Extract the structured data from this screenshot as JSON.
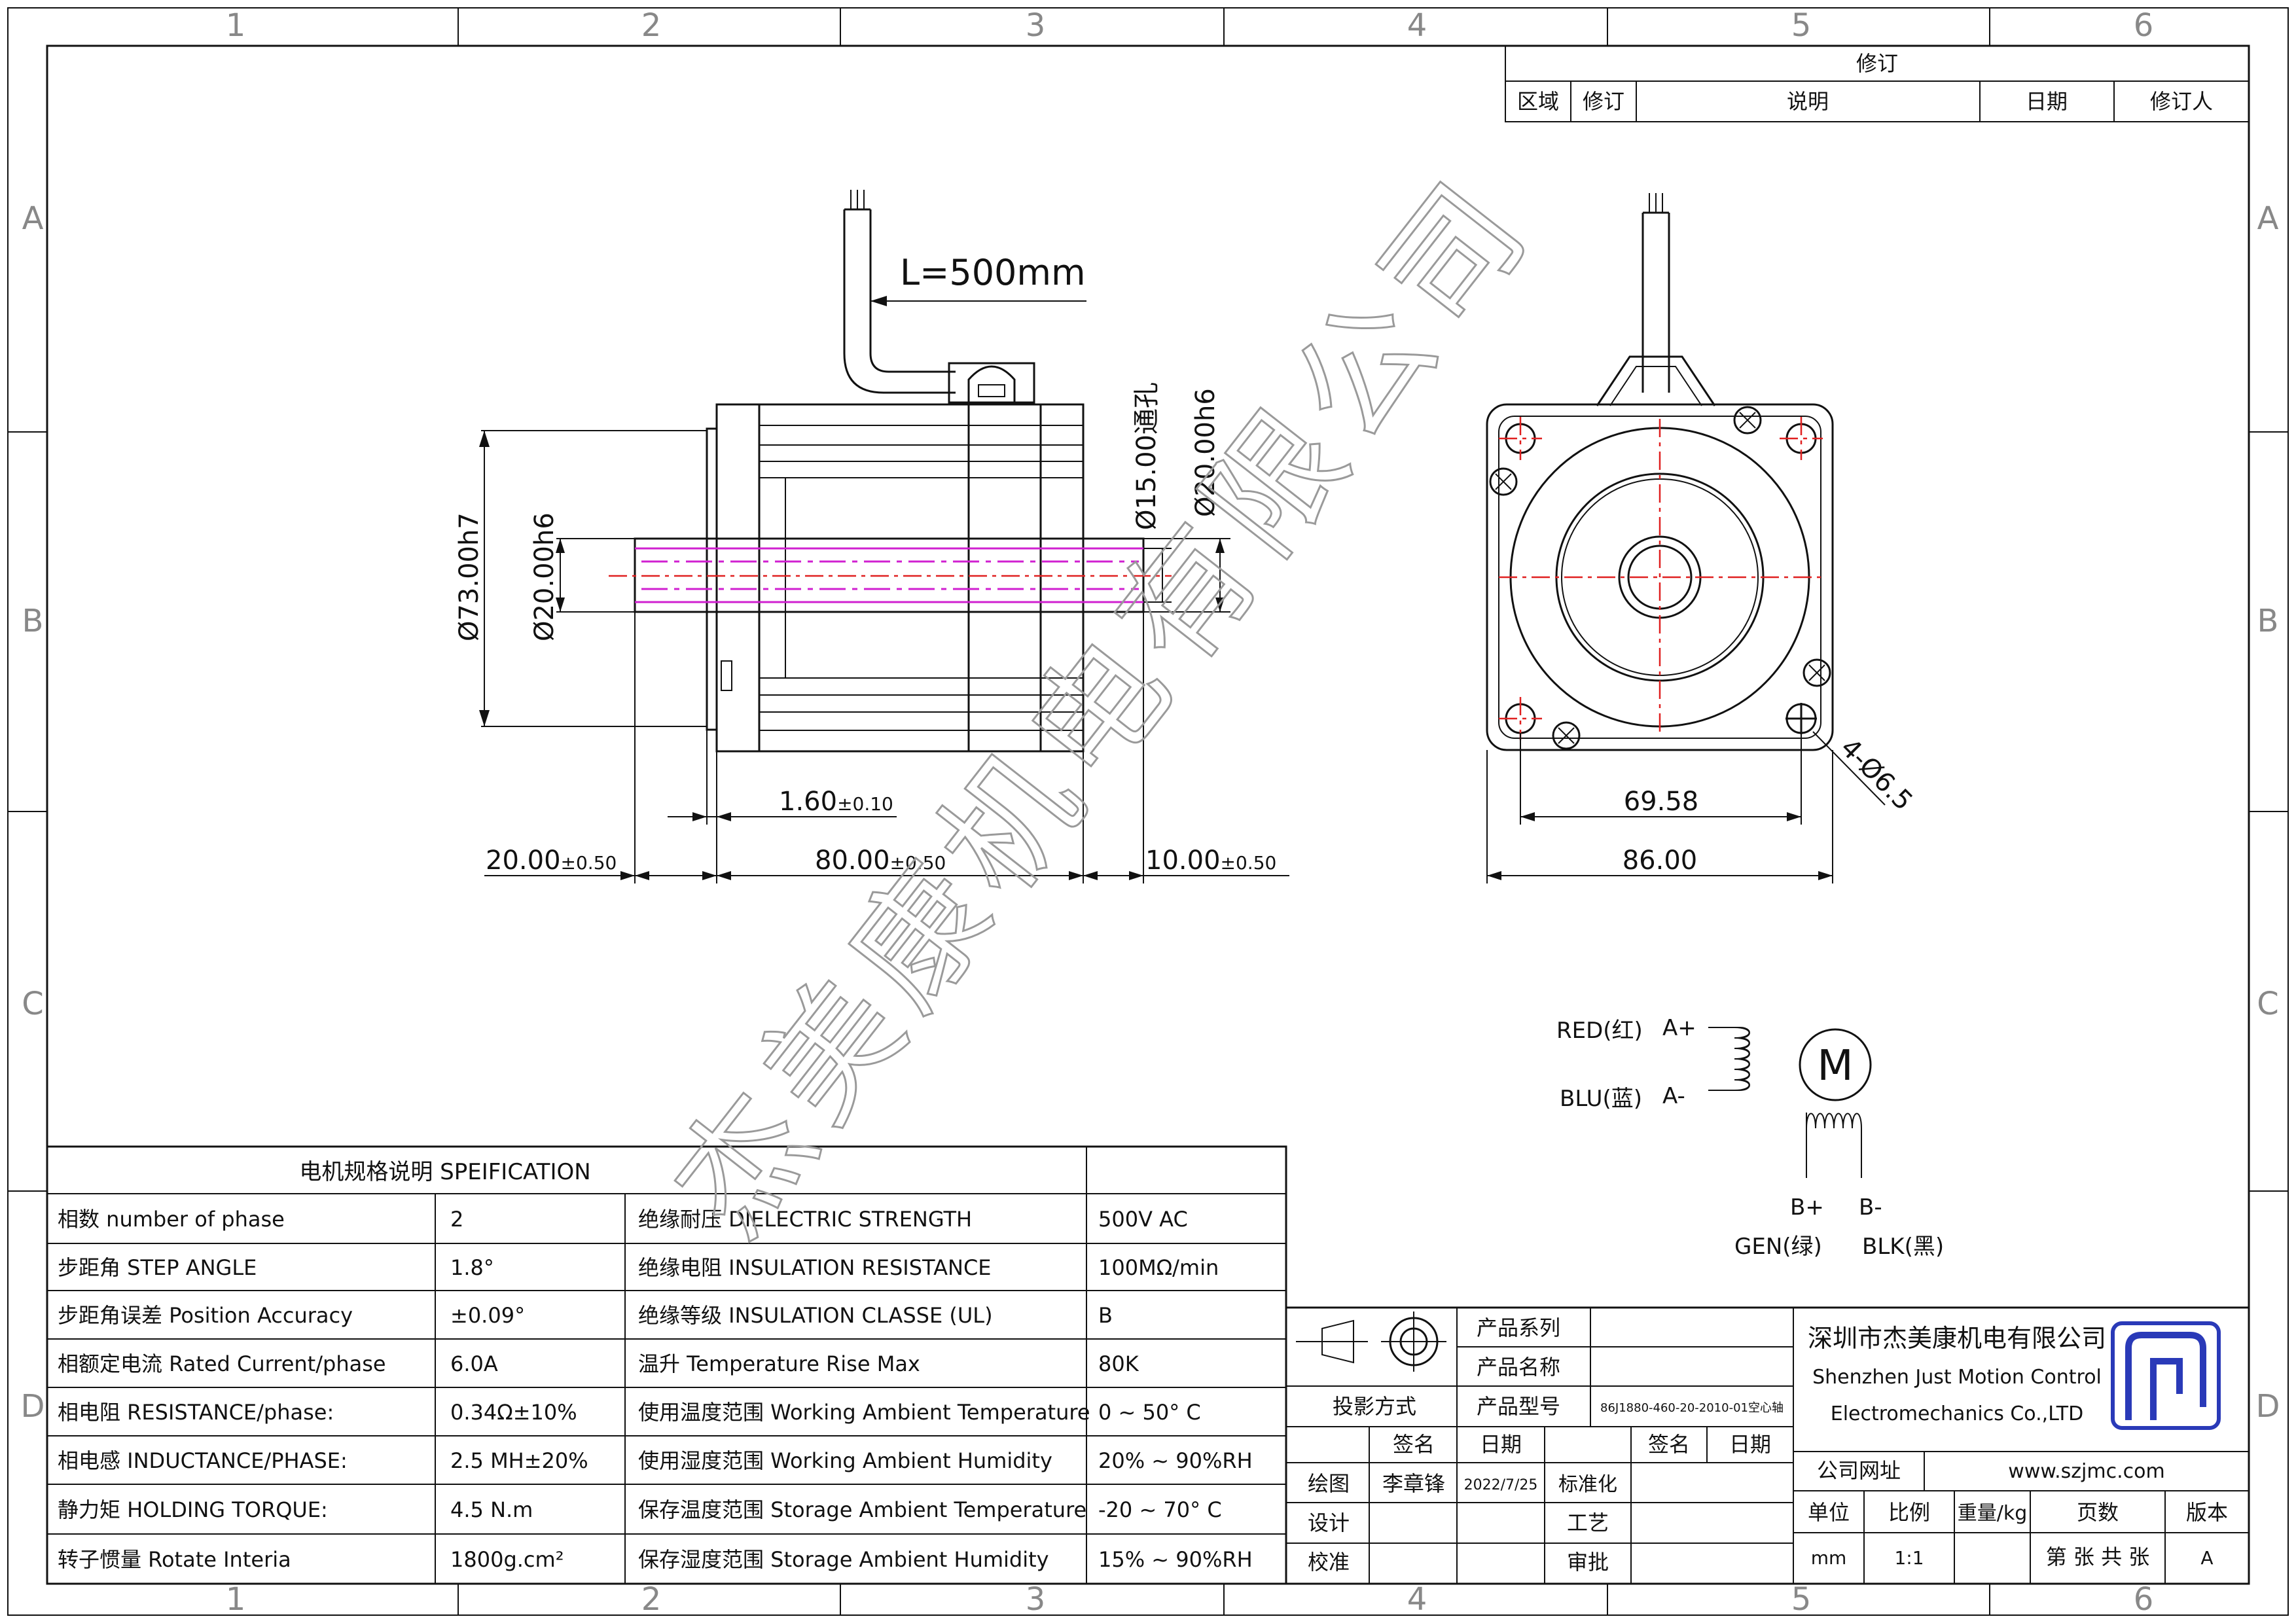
{
  "border": {
    "columns": [
      "1",
      "2",
      "3",
      "4",
      "5",
      "6"
    ],
    "rows": [
      "A",
      "B",
      "C",
      "D"
    ]
  },
  "revision": {
    "title": "修订",
    "headers": [
      "区域",
      "修订",
      "说明",
      "日期",
      "修订人"
    ]
  },
  "front_view": {
    "cable_length": "L=500mm",
    "dim_body_dia": "Ø73.00h7",
    "dim_shaft_dia": "Ø20.00h6",
    "dim_bore": "Ø15.00通孔",
    "dim_shaft_dia_right": "Ø20.00h6",
    "dim_flange": "1.60",
    "dim_flange_tol": "±0.10",
    "dim_front_shaft": "20.00",
    "dim_front_shaft_tol": "±0.50",
    "dim_body": "80.00",
    "dim_body_tol": "±0.50",
    "dim_rear_shaft": "10.00",
    "dim_rear_shaft_tol": "±0.50"
  },
  "side_view": {
    "dim_hole_pitch": "69.58",
    "dim_flange_width": "86.00",
    "dim_holes": "4-Ø6.5"
  },
  "wiring": {
    "motor_symbol": "M",
    "red_label": "RED(红)",
    "a_plus": "A+",
    "blu_label": "BLU(蓝)",
    "a_minus": "A-",
    "b_plus": "B+",
    "b_minus": "B-",
    "gen_label": "GEN(绿)",
    "blk_label": "BLK(黑)"
  },
  "watermark": "杰美康机电有限公司",
  "spec": {
    "title": "电机规格说明 SPEIFICATION",
    "rows": [
      {
        "label": "相数 number of phase",
        "value": "2",
        "label2": "绝缘耐压 DIELECTRIC STRENGTH",
        "value2": "500V AC"
      },
      {
        "label": "步距角 STEP ANGLE",
        "value": "1.8°",
        "label2": "绝缘电阻 INSULATION RESISTANCE",
        "value2": "100MΩ/min"
      },
      {
        "label": "步距角误差 Position Accuracy",
        "value": "±0.09°",
        "label2": "绝缘等级 INSULATION CLASSE (UL)",
        "value2": "B"
      },
      {
        "label": "相额定电流 Rated Current/phase",
        "value": "6.0A",
        "label2": "温升 Temperature Rise Max",
        "value2": "80K"
      },
      {
        "label": "相电阻 RESISTANCE/phase:",
        "value": "0.34Ω±10%",
        "label2": "使用温度范围 Working Ambient Temperature",
        "value2": "0 ~ 50° C"
      },
      {
        "label": "相电感 INDUCTANCE/PHASE:",
        "value": "2.5 MH±20%",
        "label2": "使用湿度范围 Working Ambient Humidity",
        "value2": "20% ~ 90%RH"
      },
      {
        "label": "静力矩 HOLDING TORQUE:",
        "value": "4.5 N.m",
        "label2": "保存温度范围 Storage Ambient Temperature",
        "value2": "-20 ~ 70° C"
      },
      {
        "label": "转子惯量 Rotate Interia",
        "value": "1800g.cm²",
        "label2": "保存湿度范围 Storage Ambient Humidity",
        "value2": "15% ~ 90%RH"
      }
    ]
  },
  "titleblock": {
    "product_series": "产品系列",
    "product_name": "产品名称",
    "projection": "投影方式",
    "product_model": "产品型号",
    "model_value": "86J1880-460-20-2010-01空心轴",
    "sign": "签名",
    "date": "日期",
    "sign2": "签名",
    "date2": "日期",
    "draw": "绘图",
    "drawer": "李章锋",
    "draw_date": "2022/7/25",
    "standard": "标准化",
    "design": "设计",
    "process": "工艺",
    "check": "校准",
    "approve": "审批",
    "company_cn": "深圳市杰美康机电有限公司",
    "company_en1": "Shenzhen Just Motion Control",
    "company_en2": "Electromechanics Co.,LTD",
    "website_label": "公司网址",
    "website": "www.szjmc.com",
    "unit": "单位",
    "scale": "比例",
    "weight": "重量/kg",
    "pages": "页数",
    "version": "版本",
    "unit_val": "mm",
    "scale_val": "1:1",
    "pages_val": "第 张 共 张",
    "version_val": "A"
  }
}
